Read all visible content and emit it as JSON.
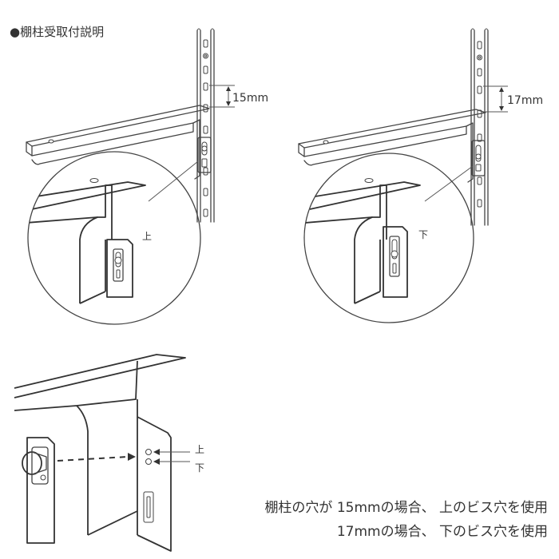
{
  "title": "●棚柱受取付説明",
  "left_panel": {
    "dimension": "15mm",
    "position_label": "上"
  },
  "right_panel": {
    "dimension": "17mm",
    "position_label": "下"
  },
  "bottom_panel": {
    "hole_upper_label": "上",
    "hole_lower_label": "下",
    "instruction_line1": "棚柱の穴が 15mmの場合、 上のビス穴を使用",
    "instruction_line2": "17mmの場合、 下のビス穴を使用"
  }
}
